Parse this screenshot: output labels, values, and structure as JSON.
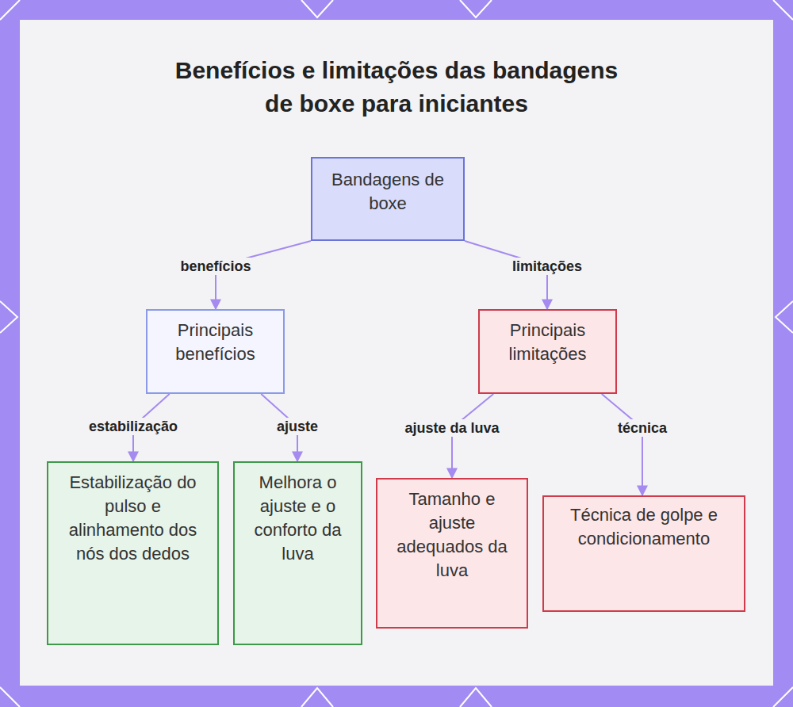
{
  "diagram": {
    "title": "Benefícios e limitações das bandagens de boxe para iniciantes",
    "nodes": [
      {
        "text": [
          "Bandagens de boxe"
        ]
      },
      {
        "text": [
          "Principais benefícios"
        ]
      },
      {
        "text": [
          "Principais limitações"
        ]
      },
      {
        "text": [
          "Estabilização do pulso e alinhamento dos nós dos dedos"
        ]
      },
      {
        "text": [
          "Melhora o ajuste e o conforto da luva"
        ]
      },
      {
        "text": [
          "Tamanho e ajuste adequados da luva"
        ]
      },
      {
        "text": [
          "Técnica de golpe e condicionamento"
        ]
      }
    ],
    "edges": [
      {
        "from": 0,
        "to": 1,
        "label": "benefícios",
        "arrow": "to"
      },
      {
        "from": 0,
        "to": 2,
        "label": "limitações",
        "arrow": "to"
      },
      {
        "from": 1,
        "to": 3,
        "label": "estabilização",
        "arrow": "to"
      },
      {
        "from": 1,
        "to": 4,
        "label": "ajuste",
        "arrow": "to"
      },
      {
        "from": 2,
        "to": 5,
        "label": "ajuste da luva",
        "arrow": "to"
      },
      {
        "from": 2,
        "to": 6,
        "label": "técnica",
        "arrow": "to"
      }
    ]
  }
}
